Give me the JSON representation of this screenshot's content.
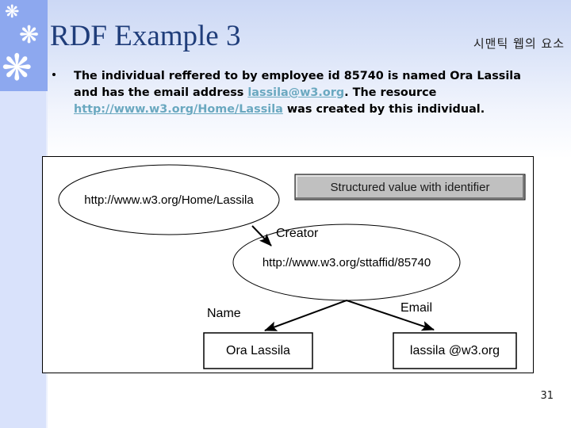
{
  "slide": {
    "title": "RDF Example 3",
    "subtitle_korean": "시맨틱 웹의 요소",
    "page_number": "31",
    "accent_title_color": "#1f3d7a",
    "link_color": "#6aa8c0",
    "band_color": "#8da8ef",
    "band_color_light": "#d9e2fb"
  },
  "decorations": {
    "snowflakes": [
      "snowflake-small",
      "snowflake-medium",
      "snowflake-large"
    ],
    "glyph": "❋"
  },
  "bullet": {
    "marker": "•",
    "segments": [
      {
        "type": "text",
        "value": "The individual reffered to by employee id 85740 is named Ora Lassila and has the email address "
      },
      {
        "type": "link",
        "value": "lassila@w3.org"
      },
      {
        "type": "text",
        "value": ". The resource "
      },
      {
        "type": "link",
        "value": "http://www.w3.org/Home/Lassila"
      },
      {
        "type": "text",
        "value": " was created by this individual."
      }
    ]
  },
  "diagram": {
    "legend_box": "Structured value with identifier",
    "nodes": {
      "resource_ellipse": "http://www.w3.org/Home/Lassila",
      "structured_value_ellipse": "http://www.w3.org/sttaffid/85740",
      "name_box": "Ora Lassila",
      "email_box": "lassila @w3.org"
    },
    "edges": {
      "creator": "Creator",
      "name": "Name",
      "email": "Email"
    }
  }
}
